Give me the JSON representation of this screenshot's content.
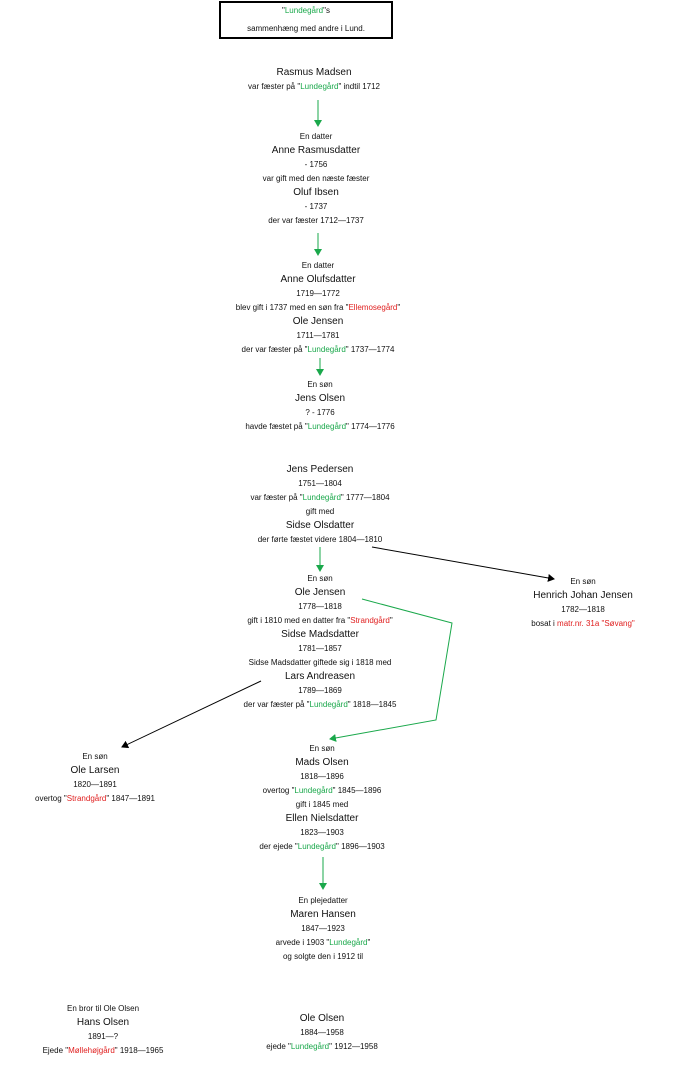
{
  "title": {
    "q1": "\"",
    "farm": "Lundegård",
    "q2": "\"s",
    "subtitle": "sammenhæng med andre i Lund."
  },
  "rasmus": {
    "name": "Rasmus Madsen",
    "info_pre": "var fæster på \"",
    "info_farm": "Lundegård",
    "info_post": "\" indtil 1712"
  },
  "anne_r": {
    "relation": "En datter",
    "name": "Anne Rasmusdatter",
    "years": "- 1756",
    "note": "var gift med den næste fæster"
  },
  "oluf": {
    "name": "Oluf Ibsen",
    "years": "- 1737",
    "note": "der var fæster 1712—1737"
  },
  "anne_o": {
    "relation": "En datter",
    "name": "Anne Olufsdatter",
    "years": "1719—1772",
    "note_pre": "blev gift i 1737 med en søn fra \"",
    "note_farm": "Ellemosegård",
    "note_post": "\""
  },
  "ole1": {
    "name": "Ole Jensen",
    "years": "1711—1781",
    "note_pre": "der var fæster på \"",
    "note_farm": "Lundegård",
    "note_post": "\" 1737—1774"
  },
  "jens_o": {
    "relation": "En søn",
    "name": "Jens Olsen",
    "years": "? - 1776",
    "note_pre": "havde fæstet på \"",
    "note_farm": "Lundegård",
    "note_post": "\" 1774—1776"
  },
  "jens_p": {
    "name": "Jens Pedersen",
    "years": "1751—1804",
    "note_pre": "var fæster på \"",
    "note_farm": "Lundegård",
    "note_post": "\" 1777—1804",
    "married": "gift med"
  },
  "sidse_o": {
    "name": "Sidse Olsdatter",
    "note": "der førte fæstet videre 1804—1810"
  },
  "ole2": {
    "relation": "En søn",
    "name": "Ole Jensen",
    "years": "1778—1818",
    "note_pre": "gift i 1810 med en datter fra \"",
    "note_farm": "Strandgård",
    "note_post": "\""
  },
  "henrich": {
    "relation": "En søn",
    "name": "Henrich Johan Jensen",
    "years": "1782—1818",
    "note_pre": "bosat i ",
    "note_place": "matr.nr. 31a \"Søvang\""
  },
  "sidse_m": {
    "name": "Sidse Madsdatter",
    "years": "1781—1857",
    "note": "Sidse Madsdatter giftede sig i 1818 med"
  },
  "lars": {
    "name": "Lars Andreasen",
    "years": "1789—1869",
    "note_pre": "der var fæster på \"",
    "note_farm": "Lundegård",
    "note_post": "\" 1818—1845"
  },
  "ole_l": {
    "relation": "En søn",
    "name": "Ole Larsen",
    "years": "1820—1891",
    "note_pre": "overtog \"",
    "note_farm": "Strandgård",
    "note_post": "\" 1847—1891"
  },
  "mads": {
    "relation": "En søn",
    "name": "Mads Olsen",
    "years": "1818—1896",
    "note_pre": "overtog \"",
    "note_farm": "Lundegård",
    "note_post": "\" 1845—1896",
    "married": "gift i 1845 med"
  },
  "ellen": {
    "name": "Ellen Nielsdatter",
    "years": "1823—1903",
    "note_pre": "der ejede \"",
    "note_farm": "Lundegård",
    "note_post": "\" 1896—1903"
  },
  "maren": {
    "relation": "En plejedatter",
    "name": "Maren Hansen",
    "years": "1847—1923",
    "note_pre": "arvede i 1903 \"",
    "note_farm": "Lundegård",
    "note_post": "\"",
    "note2": "og solgte den i 1912 til"
  },
  "hans": {
    "relation": "En bror til Ole Olsen",
    "name": "Hans Olsen",
    "years": "1891—?",
    "note_pre": "Ejede \"",
    "note_farm": "Møllehøjgård",
    "note_post": "\" 1918—1965"
  },
  "ole_o": {
    "name": "Ole Olsen",
    "years": "1884—1958",
    "note_pre": "ejede \"",
    "note_farm": "Lundegård",
    "note_post": "\" 1912—1958"
  },
  "colors": {
    "green_arrow": "#1aa84b",
    "black_arrow": "#000000",
    "farm_green": "#1aa84b",
    "farm_red": "#e02020"
  }
}
